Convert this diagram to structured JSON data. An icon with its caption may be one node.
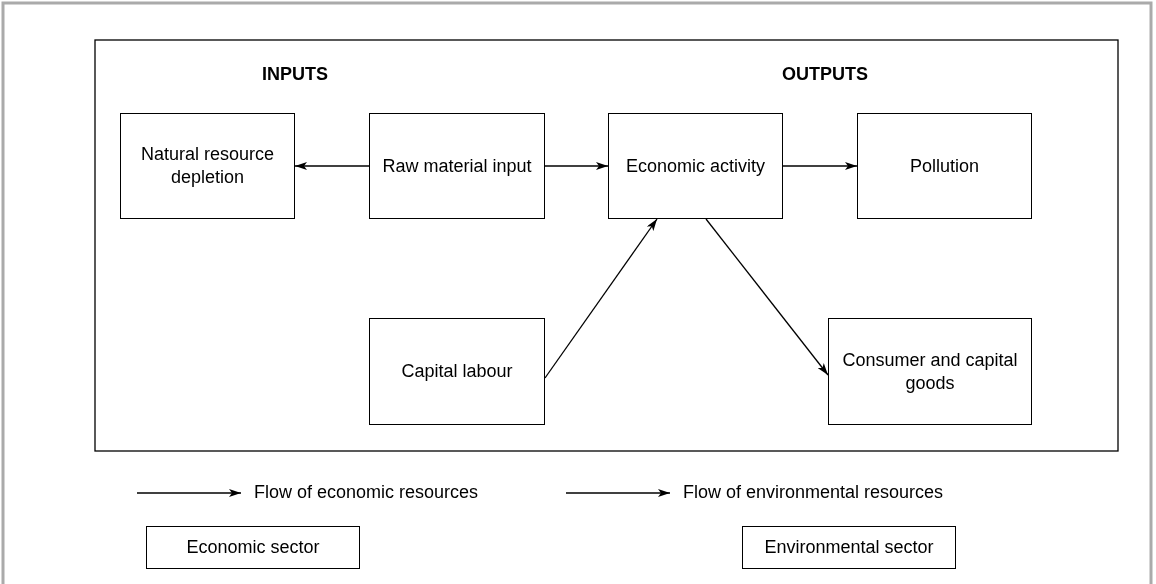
{
  "diagram": {
    "nodes": [
      {
        "text": [
          "Natural resource depletion"
        ]
      },
      {
        "text": [
          "Raw material input"
        ]
      },
      {
        "text": [
          "Economic activity"
        ]
      },
      {
        "text": [
          "Pollution"
        ]
      },
      {
        "text": [
          "Capital labour"
        ]
      },
      {
        "text": [
          "Consumer and capital goods"
        ]
      },
      {
        "text": [
          "Economic sector"
        ]
      },
      {
        "text": [
          "Environmental sector"
        ]
      }
    ],
    "edges": [
      {
        "from": 1,
        "to": 0,
        "arrow": "to"
      },
      {
        "from": 1,
        "to": 2,
        "arrow": "to"
      },
      {
        "from": 2,
        "to": 3,
        "arrow": "to"
      },
      {
        "from": 4,
        "to": 2,
        "arrow": "to"
      },
      {
        "from": 2,
        "to": 5,
        "arrow": "to"
      }
    ],
    "labels": [
      "INPUTS",
      "OUTPUTS"
    ],
    "legend": [
      {
        "text": "Flow of economic resources"
      },
      {
        "text": "Flow of environmental resources"
      }
    ]
  }
}
